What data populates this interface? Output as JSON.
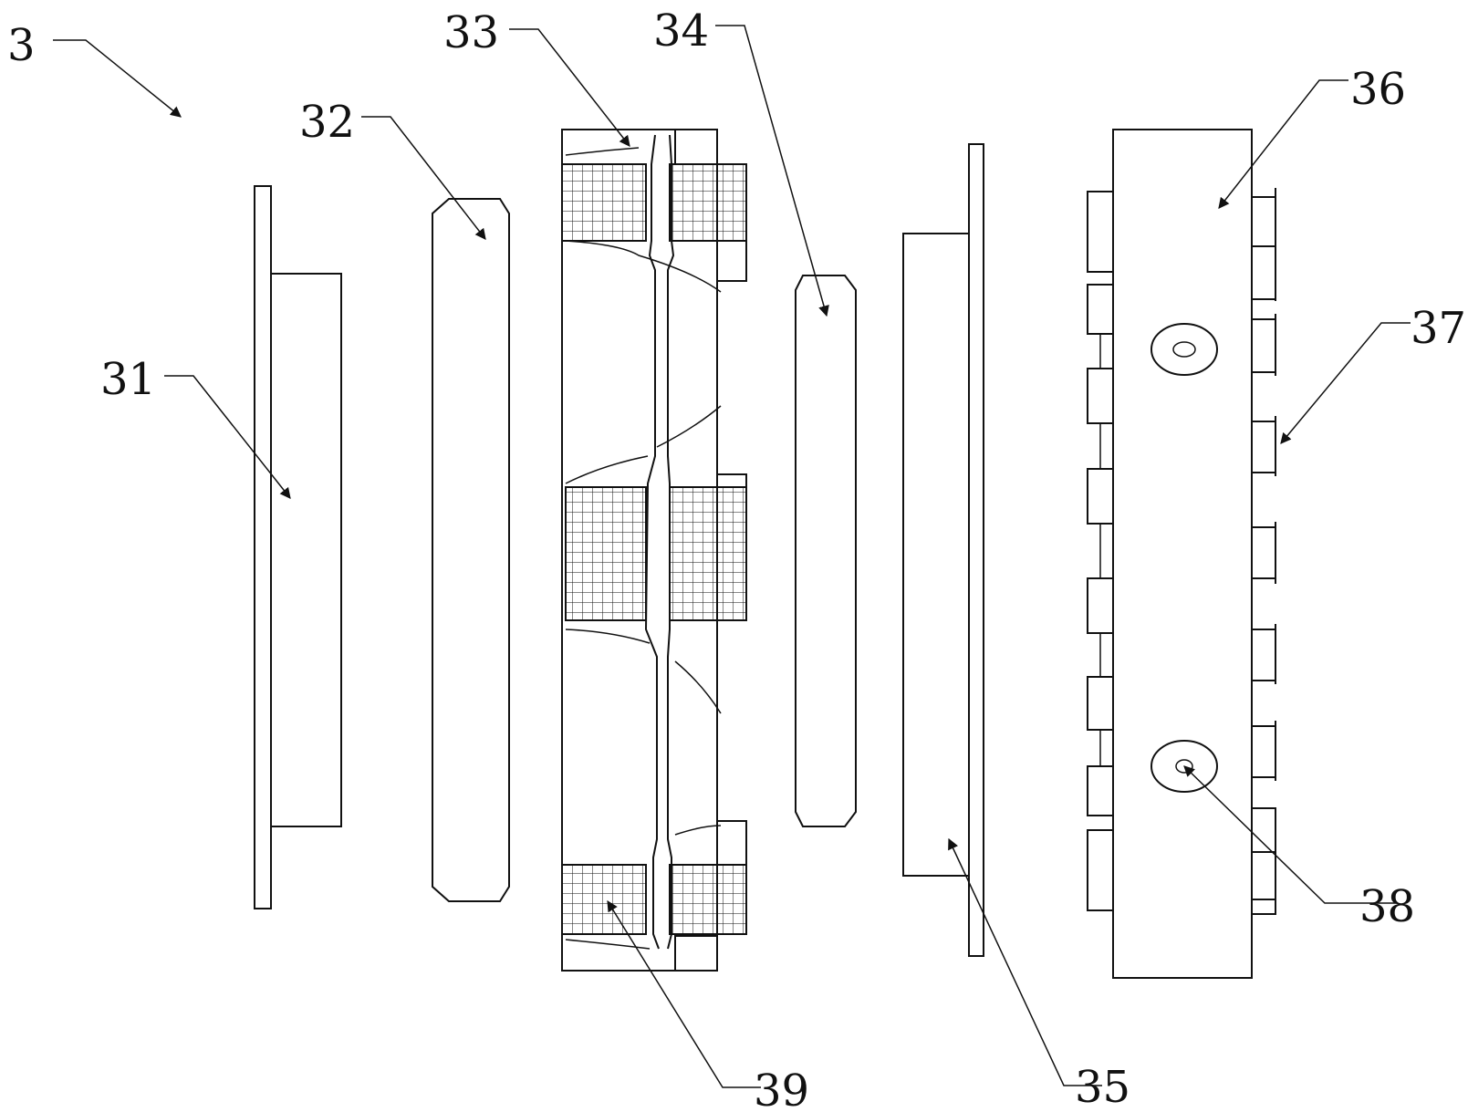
{
  "figure": {
    "labels": {
      "assembly": "3",
      "part_31": "31",
      "part_32": "32",
      "part_33": "33",
      "part_34": "34",
      "part_35": "35",
      "part_36": "36",
      "part_37": "37",
      "part_38": "38",
      "part_39": "39"
    },
    "colors": {
      "line": "#111111",
      "background": "#ffffff"
    }
  }
}
